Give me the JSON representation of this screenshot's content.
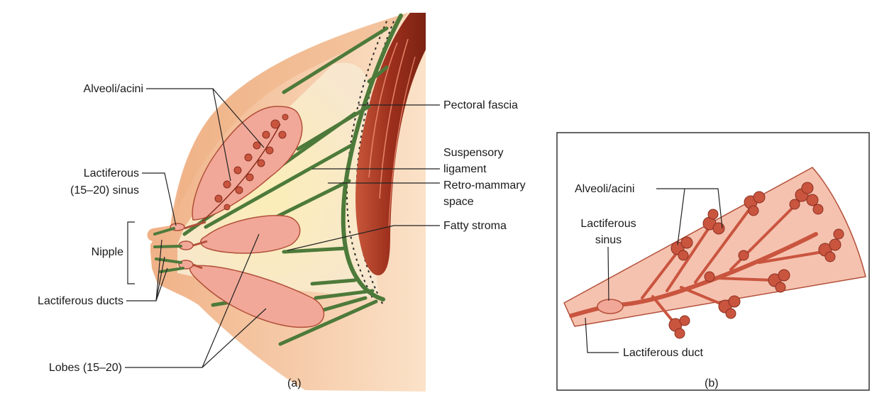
{
  "figure_a": {
    "labels": {
      "alveoli": "Alveoli/acini",
      "lactiferous_sinus_line1": "Lactiferous",
      "lactiferous_sinus_line2": "(15–20) sinus",
      "nipple": "Nipple",
      "lactiferous_ducts": "Lactiferous ducts",
      "lobes": "Lobes (15–20)",
      "pectoral_fascia": "Pectoral fascia",
      "suspensory_line1": "Suspensory",
      "suspensory_line2": "ligament",
      "retro_line1": "Retro-mammary",
      "retro_line2": "space",
      "fatty_stroma": "Fatty stroma"
    },
    "caption": "(a)"
  },
  "figure_b": {
    "labels": {
      "alveoli": "Alveoli/acini",
      "sinus_line1": "Lactiferous",
      "sinus_line2": "sinus",
      "duct": "Lactiferous duct"
    },
    "caption": "(b)"
  },
  "colors": {
    "skin": "#f6cba5",
    "skin_shadow": "#efb184",
    "muscle": "#b1402a",
    "fascia_green": "#4d7a3a",
    "lobe_pink": "#f2a898",
    "alveoli_red": "#c9553f",
    "wedge_pink": "#f6c2b0",
    "stroma": "#fbf2c9"
  }
}
